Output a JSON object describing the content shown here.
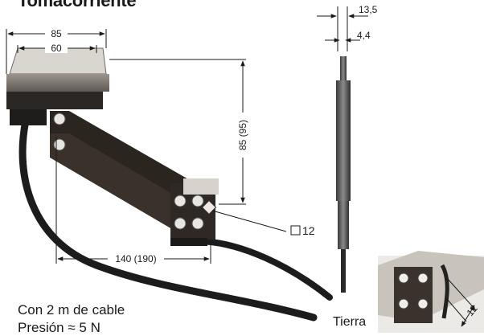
{
  "header": {
    "title": "Tomacorriente"
  },
  "dimensions": {
    "width_outer": "85",
    "width_inner": "60",
    "height": "85 (95)",
    "length": "140 (190)",
    "square": "12",
    "side_top": "13,5",
    "side_thin": "4,4",
    "ground_dim": "12"
  },
  "labels": {
    "ground": "Tierra"
  },
  "captions": {
    "line1": "Con 2 m de cable",
    "line2": "Presión ≈ 5 N"
  }
}
